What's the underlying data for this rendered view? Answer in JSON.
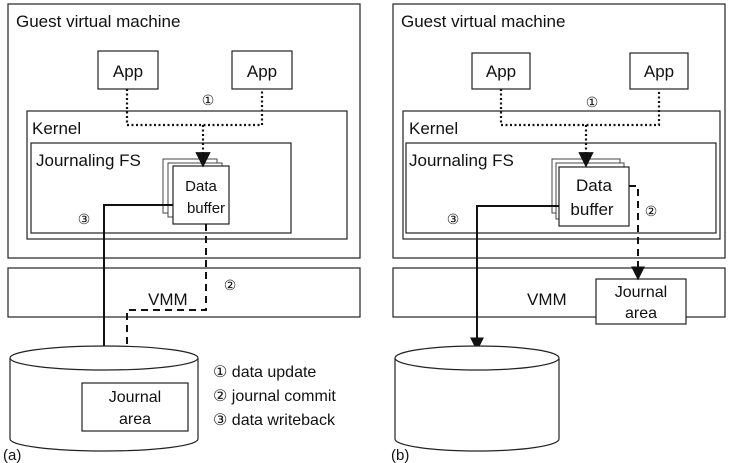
{
  "panel_a": {
    "guest_vm": "Guest virtual machine",
    "app_left": "App",
    "app_right": "App",
    "step1": "①",
    "kernel": "Kernel",
    "journaling_fs": "Journaling FS",
    "buffer_line1": "Data",
    "buffer_line2": "buffer",
    "step3": "③",
    "vmm": "VMM",
    "step2": "②",
    "journal_line1": "Journal",
    "journal_line2": "area",
    "caption": "(a)"
  },
  "panel_b": {
    "guest_vm": "Guest virtual machine",
    "app_left": "App",
    "app_right": "App",
    "step1": "①",
    "kernel": "Kernel",
    "journaling_fs": "Journaling FS",
    "buffer_line1": "Data",
    "buffer_line2": "buffer",
    "step3": "③",
    "step2": "②",
    "vmm": "VMM",
    "journal_line1": "Journal",
    "journal_line2": "area",
    "caption": "(b)"
  },
  "legend": [
    "① data update",
    "② journal commit",
    "③ data writeback"
  ]
}
